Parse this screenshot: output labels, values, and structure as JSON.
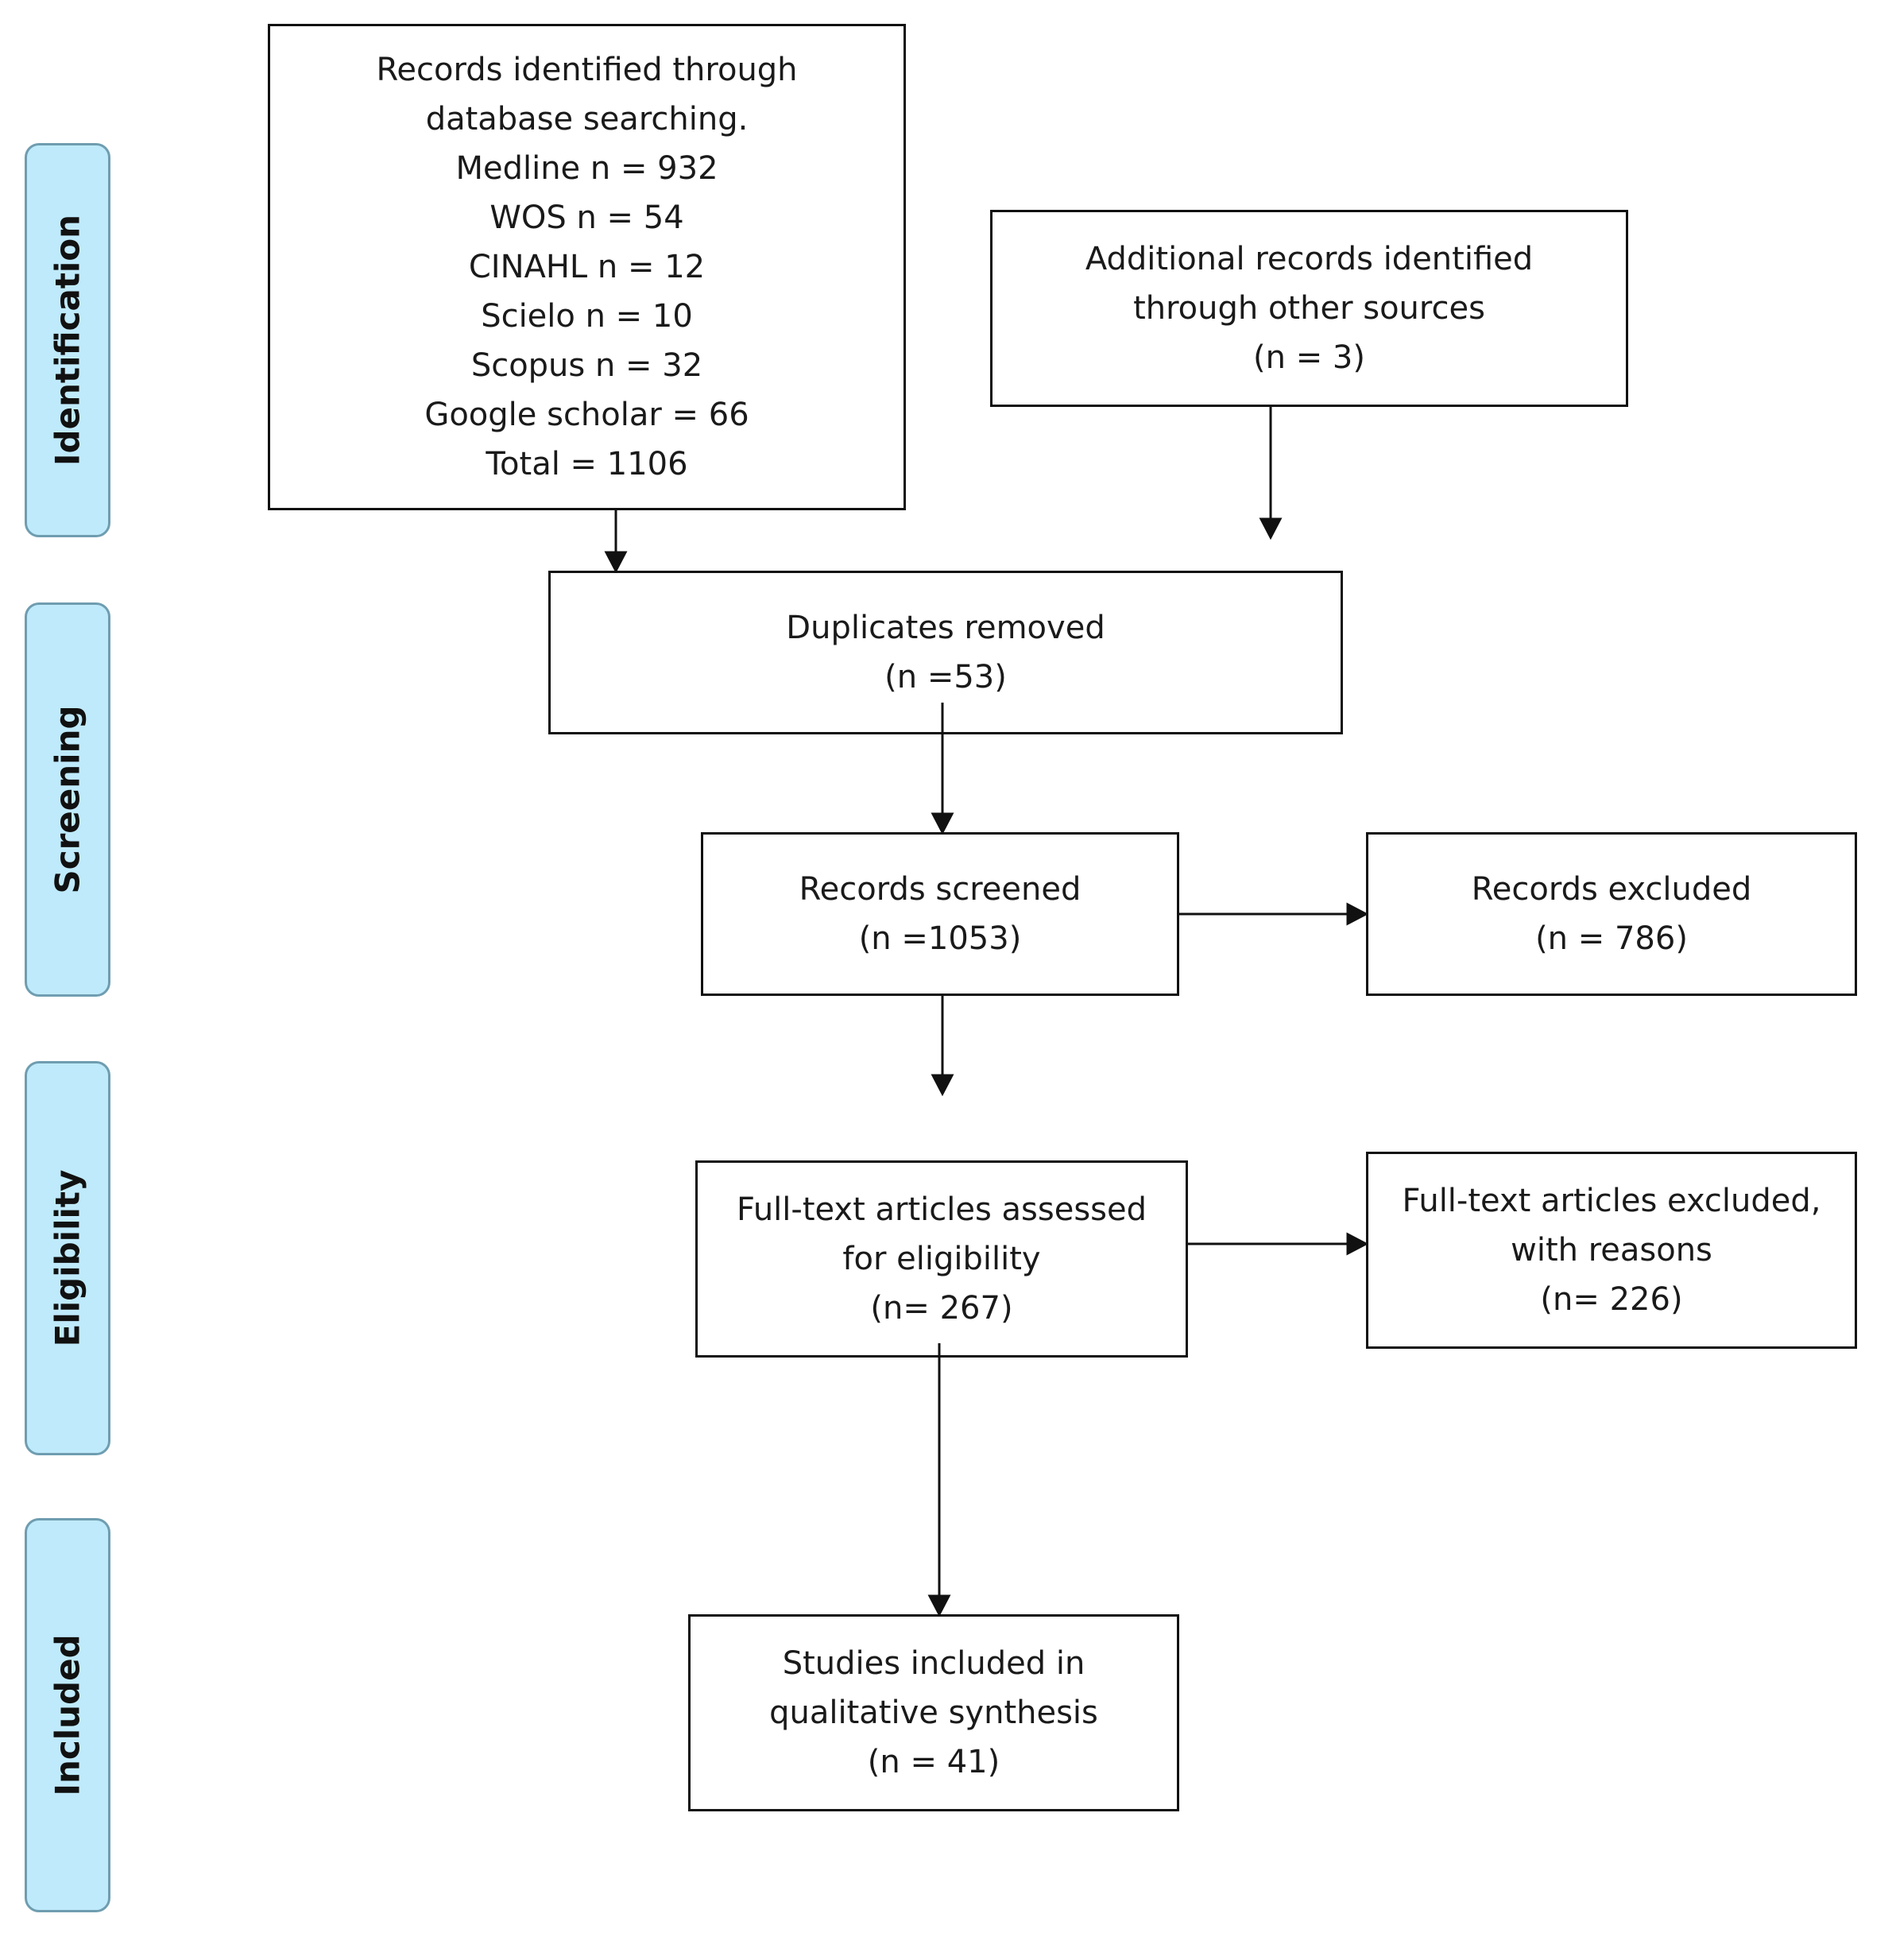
{
  "phases": {
    "identification": "Identification",
    "screening": "Screening",
    "eligibility": "Eligibility",
    "included": "Included"
  },
  "boxes": {
    "database_search": {
      "lines": [
        "Records identified through",
        "database searching.",
        "Medline n = 932",
        "WOS n = 54",
        "CINAHL n = 12",
        "Scielo n = 10",
        "Scopus n = 32",
        "Google scholar = 66",
        "Total = 1106"
      ]
    },
    "other_sources": {
      "lines": [
        "Additional records identified",
        "through other sources",
        "(n = 3)"
      ]
    },
    "duplicates_removed": {
      "lines": [
        "Duplicates removed",
        "(n =53)"
      ]
    },
    "records_screened": {
      "lines": [
        "Records screened",
        "(n =1053)"
      ]
    },
    "records_excluded": {
      "lines": [
        "Records excluded",
        "(n = 786)"
      ]
    },
    "fulltext_assessed": {
      "lines": [
        "Full-text articles assessed",
        "for eligibility",
        "(n= 267)"
      ]
    },
    "fulltext_excluded": {
      "lines": [
        "Full-text articles excluded,",
        "with reasons",
        "(n= 226)"
      ]
    },
    "studies_included": {
      "lines": [
        "Studies included in",
        "qualitative synthesis",
        "(n = 41)"
      ]
    }
  }
}
